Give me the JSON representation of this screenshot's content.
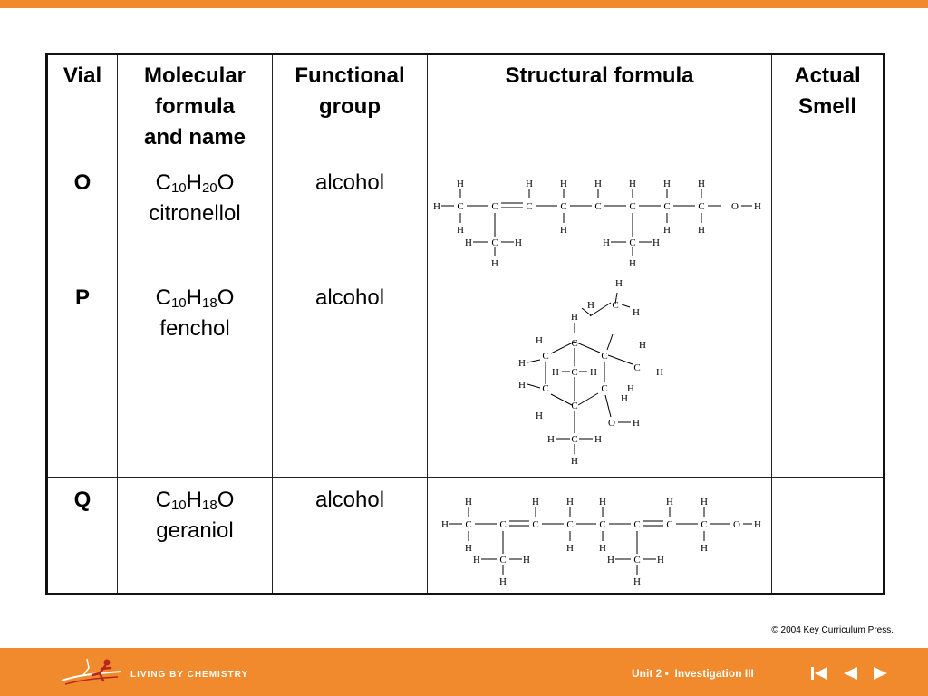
{
  "colors": {
    "accent": "#f08a2c",
    "text": "#000000",
    "border": "#111111"
  },
  "table": {
    "headers": {
      "vial": "Vial",
      "formula_line1": "Molecular",
      "formula_line2": "formula",
      "formula_line3": "and name",
      "group_line1": "Functional",
      "group_line2": "group",
      "structure": "Structural formula",
      "smell_line1": "Actual",
      "smell_line2": "Smell"
    },
    "rows": [
      {
        "vial": "O",
        "c": "C",
        "c_sub": "10",
        "h": "H",
        "h_sub": "20",
        "o": "O",
        "name": "citronellol",
        "group": "alcohol",
        "smell": ""
      },
      {
        "vial": "P",
        "c": "C",
        "c_sub": "10",
        "h": "H",
        "h_sub": "18",
        "o": "O",
        "name": "fenchol",
        "group": "alcohol",
        "smell": ""
      },
      {
        "vial": "Q",
        "c": "C",
        "c_sub": "10",
        "h": "H",
        "h_sub": "18",
        "o": "O",
        "name": "geraniol",
        "group": "alcohol",
        "smell": ""
      }
    ]
  },
  "copyright": "© 2004 Key Curriculum Press.",
  "footer": {
    "brand": "LIVING BY CHEMISTRY",
    "section": "Unit 2 •  Investigation III",
    "nav_icons": [
      "first-slide-icon",
      "previous-slide-icon",
      "next-slide-icon"
    ]
  }
}
